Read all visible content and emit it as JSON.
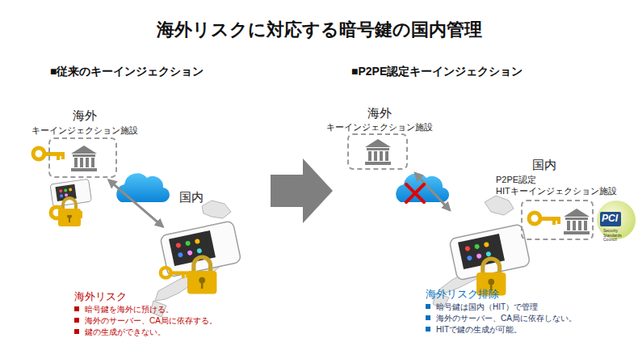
{
  "diagram": {
    "title": "海外リスクに対応する暗号鍵の国内管理",
    "nodes": [
      {
        "text": [
          "海外",
          "キーインジェクション施設"
        ]
      },
      {
        "text": [
          "国内"
        ]
      },
      {
        "text": [
          "海外",
          "キーインジェクション施設"
        ]
      },
      {
        "text": [
          "国内",
          "P2PE認定 HITキーインジェクション施設"
        ]
      }
    ],
    "edges": [
      {
        "from": 0,
        "to": 1,
        "arrow": "both"
      }
    ],
    "labels": [
      "■従来のキーインジェクション",
      "■P2PE認定キーインジェクション",
      "海外リスク",
      "暗号鍵を海外に預ける。",
      "海外のサーバー、CA局に依存する。",
      "鍵の生成ができない。",
      "海外リスク排除",
      "暗号鍵は国内（HIT）で管理",
      "海外のサーバー、CA局に依存しない。",
      "HITで鍵の生成が可能。",
      "PCI",
      "Security Standards Council"
    ]
  }
}
